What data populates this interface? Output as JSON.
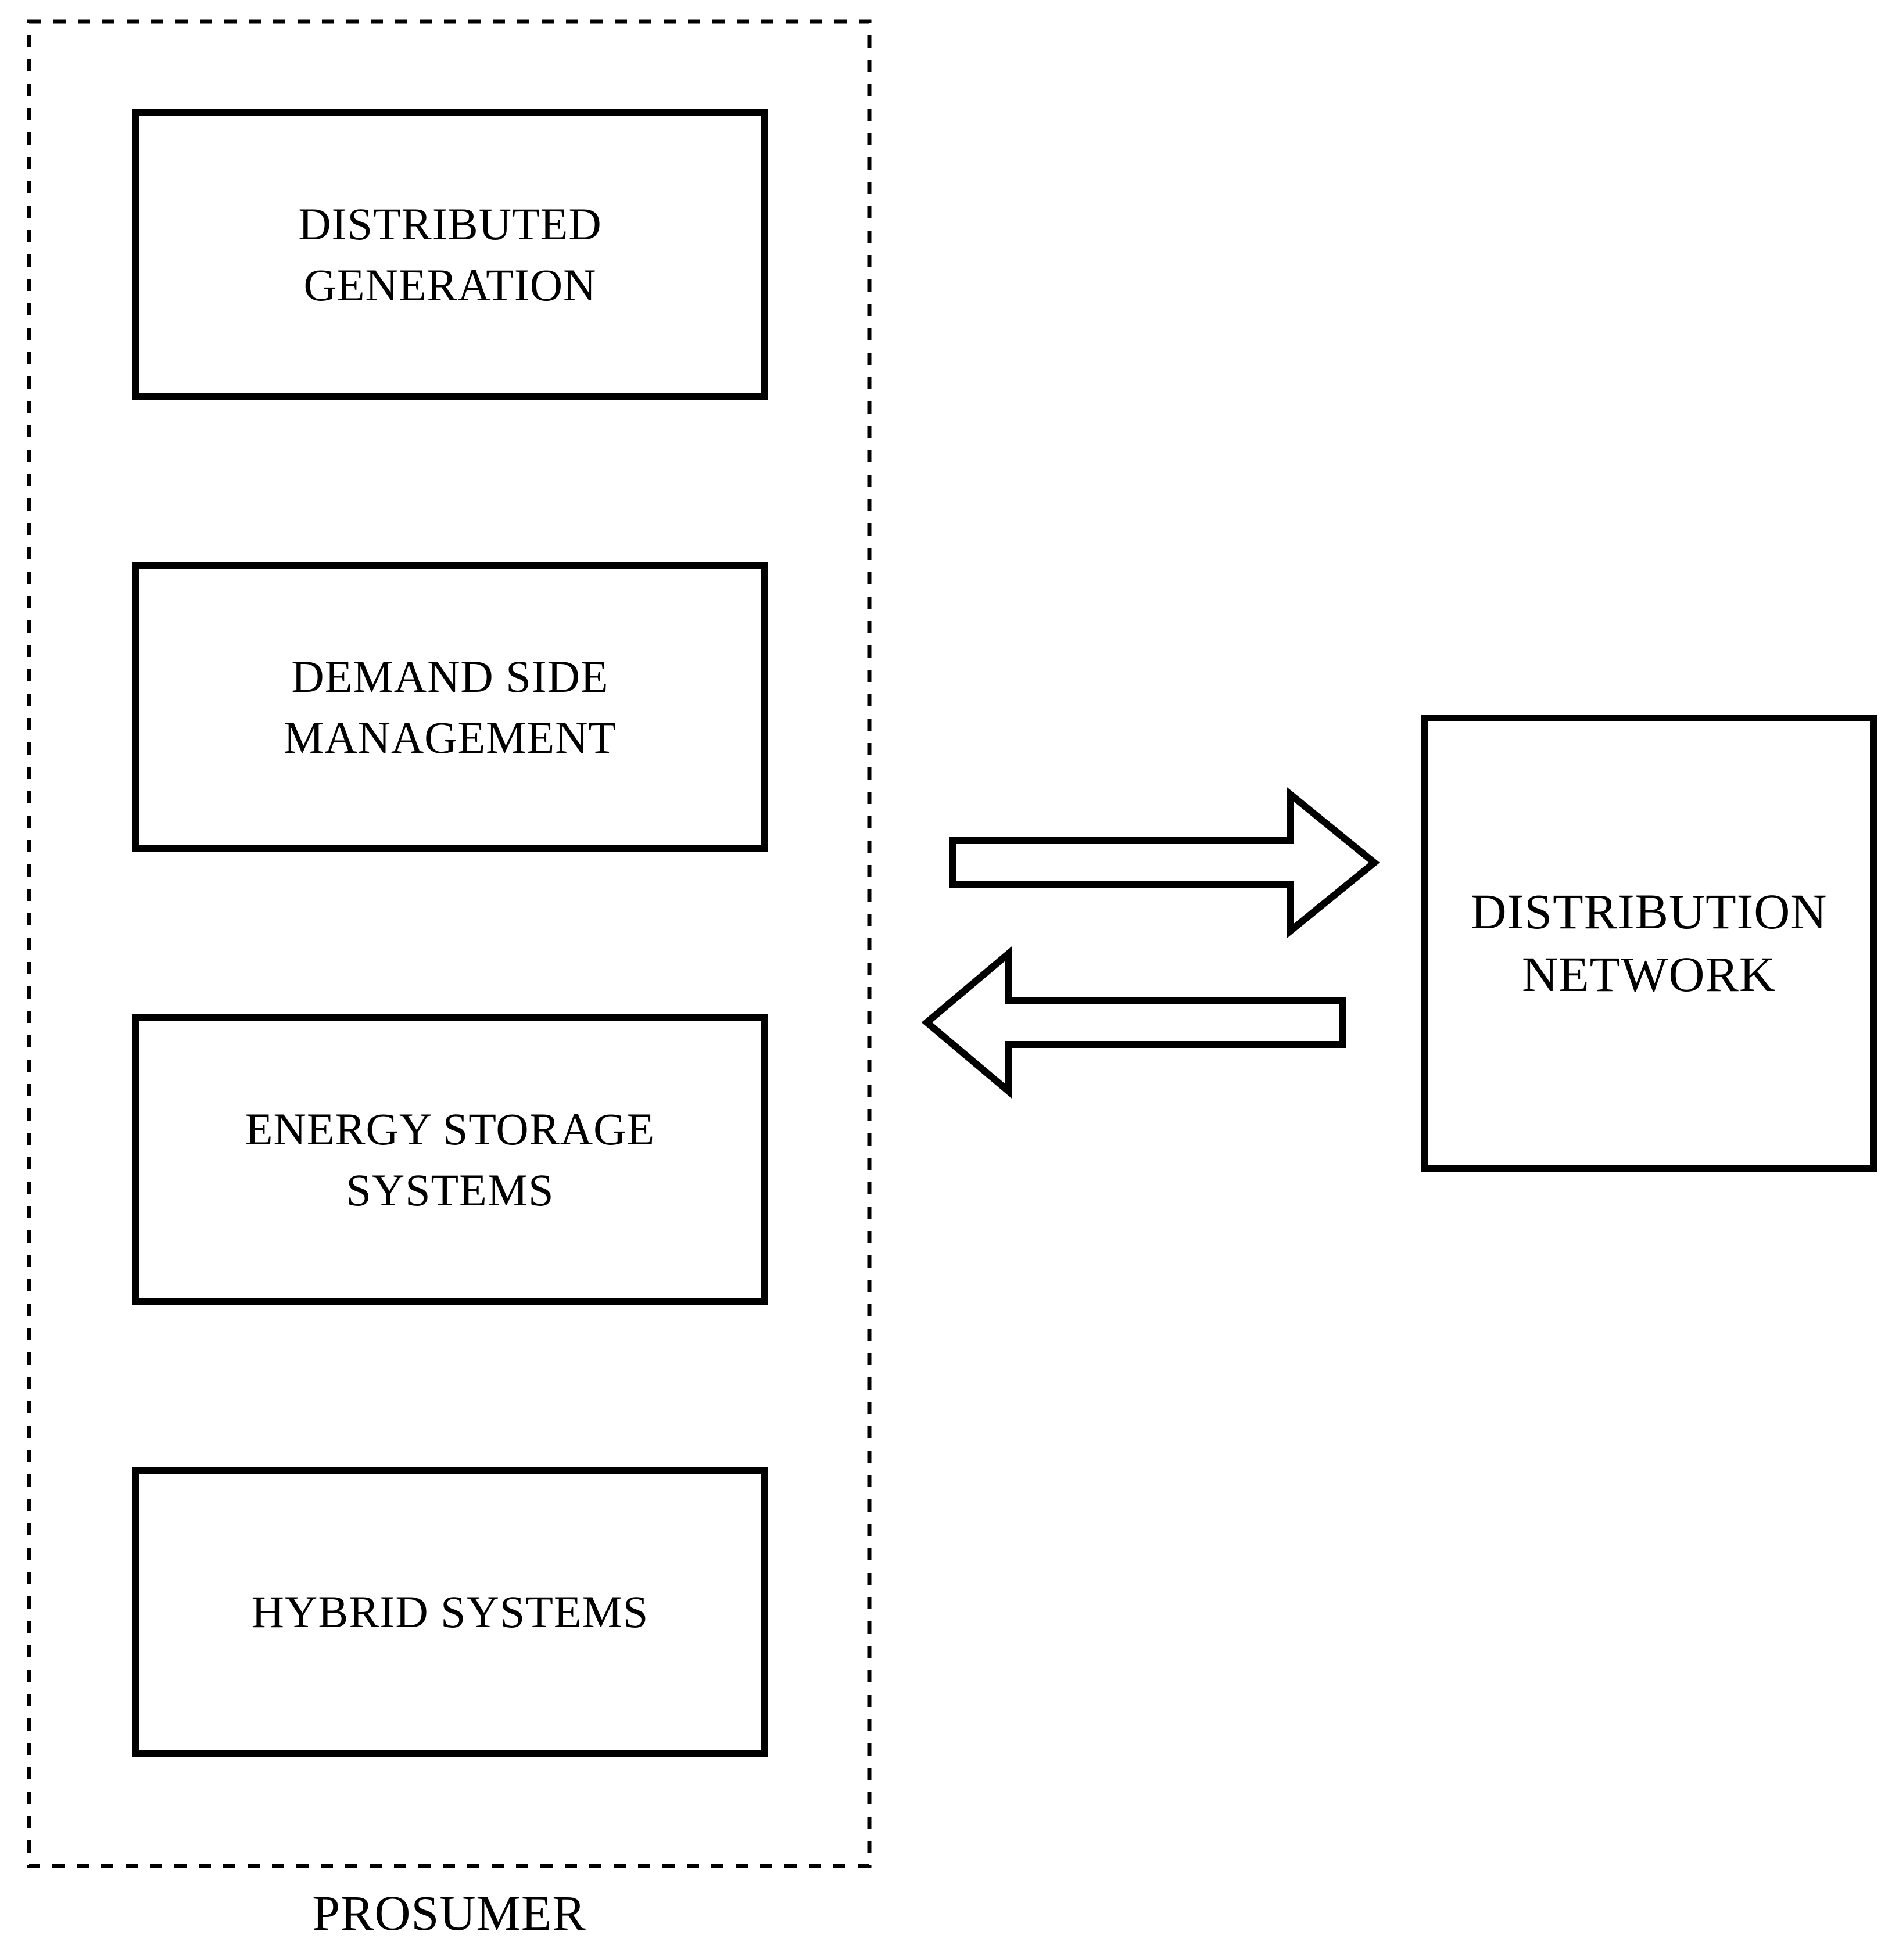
{
  "canvas": {
    "background_color": "#ffffff",
    "ink_color": "#000000"
  },
  "prosumer_group": {
    "label": "PROSUMER",
    "boundary_style": "dashed",
    "boxes": [
      {
        "label": "DISTRIBUTED\nGENERATION"
      },
      {
        "label": "DEMAND SIDE\nMANAGEMENT"
      },
      {
        "label": "ENERGY STORAGE\nSYSTEMS"
      },
      {
        "label": "HYBRID SYSTEMS"
      }
    ]
  },
  "network_box": {
    "label": "DISTRIBUTION\nNETWORK"
  },
  "flows": {
    "prosumer_to_network": {
      "icon": "block-arrow-right-icon",
      "direction": "right"
    },
    "network_to_prosumer": {
      "icon": "block-arrow-left-icon",
      "direction": "left"
    }
  }
}
